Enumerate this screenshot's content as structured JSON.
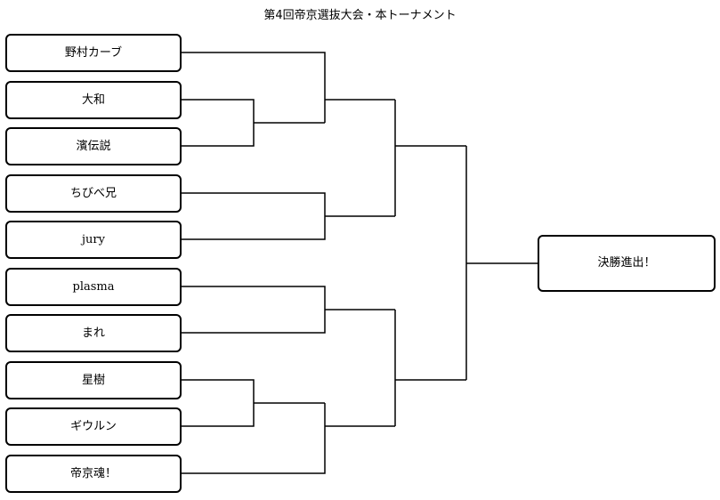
{
  "title": "第4回帝京選抜大会・本トーナメント",
  "teams": [
    "野村カーブ",
    "大和",
    "濱伝説",
    "ちびべ兄",
    "jury",
    "plasma",
    "まれ",
    "星樹",
    "ギウルン",
    "帝京魂！"
  ],
  "final_label": "決勝進出！",
  "colors": {
    "line": "#000000",
    "box_border": "#000000",
    "background": "#ffffff"
  }
}
